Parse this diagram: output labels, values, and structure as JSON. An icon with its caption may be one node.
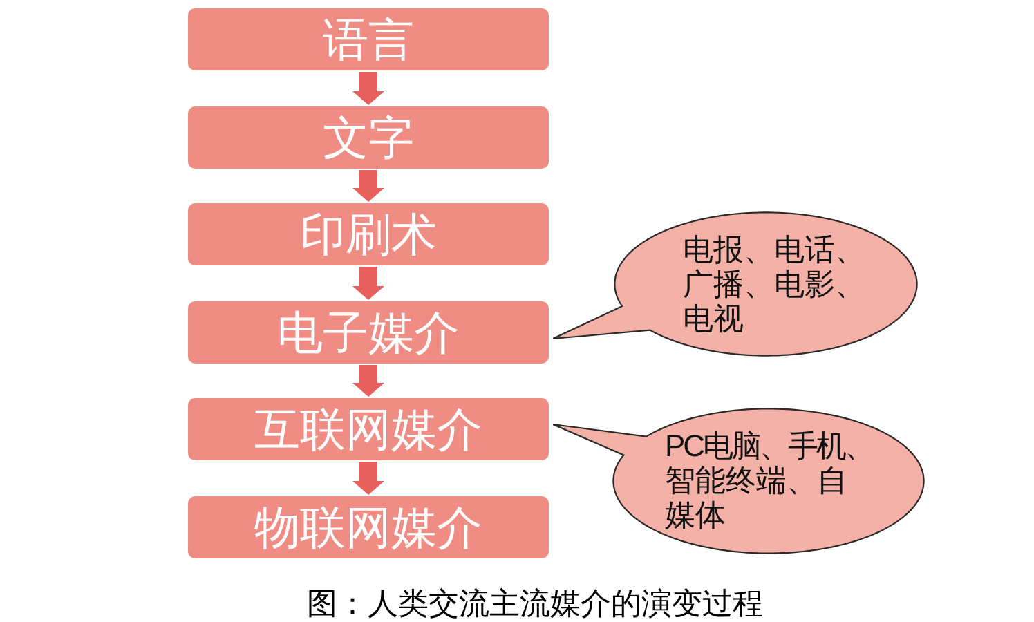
{
  "diagram": {
    "caption": "图：人类交流主流媒介的演变过程",
    "nodes": [
      {
        "text": [
          "语言"
        ]
      },
      {
        "text": [
          "文字"
        ]
      },
      {
        "text": [
          "印刷术"
        ]
      },
      {
        "text": [
          "电子媒介"
        ]
      },
      {
        "text": [
          "互联网媒介"
        ]
      },
      {
        "text": [
          "物联网媒介"
        ]
      },
      {
        "text": [
          "电报、电话、广播、电影、电视"
        ]
      },
      {
        "text": [
          "PC电脑、手机、智能终端、自媒体"
        ]
      }
    ],
    "edges": [
      {
        "from": 0,
        "to": 1,
        "arrow": "to"
      },
      {
        "from": 1,
        "to": 2,
        "arrow": "to"
      },
      {
        "from": 2,
        "to": 3,
        "arrow": "to"
      },
      {
        "from": 3,
        "to": 4,
        "arrow": "to"
      },
      {
        "from": 4,
        "to": 5,
        "arrow": "to"
      }
    ]
  }
}
